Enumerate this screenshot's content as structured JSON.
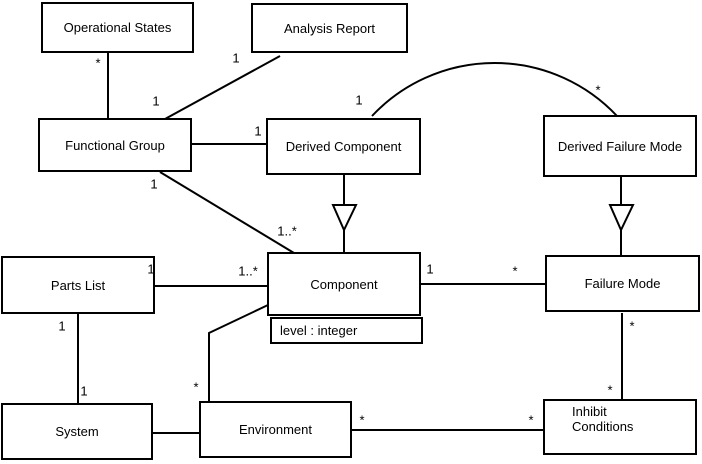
{
  "diagram": {
    "kind": "uml-class-diagram",
    "colors": {
      "background": "#ffffff",
      "stroke": "#000000",
      "text": "#000000"
    },
    "classes": [
      {
        "name": "Operational States"
      },
      {
        "name": "Analysis Report"
      },
      {
        "name": "Functional Group"
      },
      {
        "name": "Derived Component"
      },
      {
        "name": "Derived Failure Mode"
      },
      {
        "name": "Parts List"
      },
      {
        "name": "Component",
        "attributes": [
          "level : integer"
        ]
      },
      {
        "name": "Failure Mode"
      },
      {
        "name": "System"
      },
      {
        "name": "Environment"
      },
      {
        "name": "Inhibit Conditions"
      }
    ],
    "associations": [
      {
        "from": "Operational States",
        "to": "Functional Group",
        "type": "association",
        "from_mult": "*",
        "to_mult": ""
      },
      {
        "from": "Analysis Report",
        "to": "Functional Group",
        "type": "association",
        "from_mult": "1",
        "to_mult": "1"
      },
      {
        "from": "Functional Group",
        "to": "Derived Component",
        "type": "association",
        "from_mult": "",
        "to_mult": "1"
      },
      {
        "from": "Functional Group",
        "to": "Component",
        "type": "association",
        "from_mult": "1",
        "to_mult": "1..*"
      },
      {
        "from": "Derived Component",
        "to": "Component",
        "type": "generalization",
        "from_mult": "",
        "to_mult": ""
      },
      {
        "from": "Derived Component",
        "to": "Derived Failure Mode",
        "type": "association",
        "from_mult": "1",
        "to_mult": "*"
      },
      {
        "from": "Derived Failure Mode",
        "to": "Failure Mode",
        "type": "generalization",
        "from_mult": "",
        "to_mult": ""
      },
      {
        "from": "Parts List",
        "to": "Component",
        "type": "association",
        "from_mult": "1",
        "to_mult": "1..*"
      },
      {
        "from": "Component",
        "to": "Failure Mode",
        "type": "association",
        "from_mult": "1",
        "to_mult": "*"
      },
      {
        "from": "Parts List",
        "to": "System",
        "type": "association",
        "from_mult": "1",
        "to_mult": "1"
      },
      {
        "from": "System",
        "to": "Environment",
        "type": "association",
        "from_mult": "",
        "to_mult": ""
      },
      {
        "from": "Component",
        "to": "Environment",
        "type": "association",
        "from_mult": "",
        "to_mult": "*"
      },
      {
        "from": "Environment",
        "to": "Inhibit Conditions",
        "type": "association",
        "from_mult": "*",
        "to_mult": "*"
      },
      {
        "from": "Failure Mode",
        "to": "Inhibit Conditions",
        "type": "association",
        "from_mult": "*",
        "to_mult": "*"
      }
    ]
  }
}
